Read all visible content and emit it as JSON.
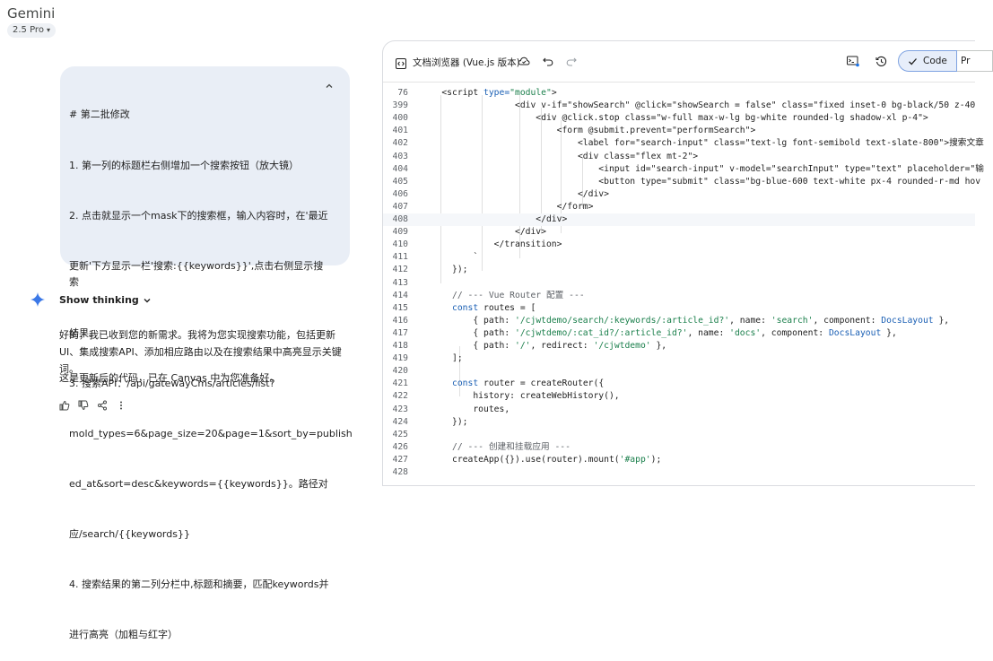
{
  "app": {
    "title": "Gemini",
    "model": "2.5 Pro"
  },
  "prompt": {
    "lines": [
      "# 第二批修改",
      "1. 第一列的标题栏右侧增加一个搜索按钮（放大镜）",
      "2. 点击就显示一个mask下的搜索框，输入内容时，在'最近",
      "更新'下方显示一栏'搜索:{{keywords}}',点击右侧显示搜索",
      "结果。",
      "3. 搜索API：/api/gatewayCms/articles/list?",
      "mold_types=6&page_size=20&page=1&sort_by=publish",
      "ed_at&sort=desc&keywords={{keywords}}。路径对",
      "应/search/{{keywords}}",
      "4. 搜索结果的第二列分栏中,标题和摘要，匹配keywords并",
      "进行高亮（加粗与红字）"
    ]
  },
  "response": {
    "show_thinking": "Show thinking",
    "paragraph1": "好的，我已收到您的新需求。我将为您实现搜索功能，包括更新UI、集成搜索API、添加相应路由以及在搜索结果中高亮显示关键词。",
    "paragraph2": "这是更新后的代码，已在 Canvas 中为您准备好。"
  },
  "canvas": {
    "title": "文档浏览器 (Vue.js 版本)",
    "code_label": "Code",
    "preview_label": "Pr"
  },
  "code_lines": [
    {
      "n": "76",
      "segs": [
        {
          "t": "    <script ",
          "c": ""
        },
        {
          "t": "type=",
          "c": "t-kw"
        },
        {
          "t": "\"module\"",
          "c": "t-str"
        },
        {
          "t": ">",
          "c": ""
        }
      ]
    },
    {
      "n": "399",
      "segs": [
        {
          "t": "                  <div v-if=\"showSearch\" @click=\"showSearch = false\" class=\"fixed inset-0 bg-black/50 z-40",
          "c": ""
        }
      ]
    },
    {
      "n": "400",
      "segs": [
        {
          "t": "                      <div @click.stop class=\"w-full max-w-lg bg-white rounded-lg shadow-xl p-4\">",
          "c": ""
        }
      ]
    },
    {
      "n": "401",
      "segs": [
        {
          "t": "                          <form @submit.prevent=\"performSearch\">",
          "c": ""
        }
      ]
    },
    {
      "n": "402",
      "segs": [
        {
          "t": "                              <label for=\"search-input\" class=\"text-lg font-semibold text-slate-800\">搜索文章",
          "c": ""
        }
      ]
    },
    {
      "n": "403",
      "segs": [
        {
          "t": "                              <div class=\"flex mt-2\">",
          "c": ""
        }
      ]
    },
    {
      "n": "404",
      "segs": [
        {
          "t": "                                  <input id=\"search-input\" v-model=\"searchInput\" type=\"text\" placeholder=\"输",
          "c": ""
        }
      ]
    },
    {
      "n": "405",
      "segs": [
        {
          "t": "                                  <button type=\"submit\" class=\"bg-blue-600 text-white px-4 rounded-r-md hov",
          "c": ""
        }
      ]
    },
    {
      "n": "406",
      "segs": [
        {
          "t": "                              </div>",
          "c": ""
        }
      ]
    },
    {
      "n": "407",
      "segs": [
        {
          "t": "                          </form>",
          "c": ""
        }
      ]
    },
    {
      "n": "408",
      "segs": [
        {
          "t": "                      </div>",
          "c": ""
        }
      ],
      "active": true
    },
    {
      "n": "409",
      "segs": [
        {
          "t": "                  </div>",
          "c": ""
        }
      ]
    },
    {
      "n": "410",
      "segs": [
        {
          "t": "              </transition>",
          "c": ""
        }
      ]
    },
    {
      "n": "411",
      "segs": [
        {
          "t": "          `",
          "c": ""
        }
      ]
    },
    {
      "n": "412",
      "segs": [
        {
          "t": "      });",
          "c": ""
        }
      ]
    },
    {
      "n": "413",
      "segs": [
        {
          "t": "",
          "c": ""
        }
      ]
    },
    {
      "n": "414",
      "segs": [
        {
          "t": "      // --- Vue Router 配置 ---",
          "c": "t-cm"
        }
      ]
    },
    {
      "n": "415",
      "segs": [
        {
          "t": "      ",
          "c": ""
        },
        {
          "t": "const",
          "c": "t-kw"
        },
        {
          "t": " routes = [",
          "c": ""
        }
      ]
    },
    {
      "n": "416",
      "segs": [
        {
          "t": "          { path: ",
          "c": ""
        },
        {
          "t": "'/cjwtdemo/search/:keywords/:article_id?'",
          "c": "t-str"
        },
        {
          "t": ", name: ",
          "c": ""
        },
        {
          "t": "'search'",
          "c": "t-str"
        },
        {
          "t": ", component: ",
          "c": ""
        },
        {
          "t": "DocsLayout",
          "c": "t-kw"
        },
        {
          "t": " },",
          "c": ""
        }
      ]
    },
    {
      "n": "417",
      "segs": [
        {
          "t": "          { path: ",
          "c": ""
        },
        {
          "t": "'/cjwtdemo/:cat_id?/:article_id?'",
          "c": "t-str"
        },
        {
          "t": ", name: ",
          "c": ""
        },
        {
          "t": "'docs'",
          "c": "t-str"
        },
        {
          "t": ", component: ",
          "c": ""
        },
        {
          "t": "DocsLayout",
          "c": "t-kw"
        },
        {
          "t": " },",
          "c": ""
        }
      ]
    },
    {
      "n": "418",
      "segs": [
        {
          "t": "          { path: ",
          "c": ""
        },
        {
          "t": "'/'",
          "c": "t-str"
        },
        {
          "t": ", redirect: ",
          "c": ""
        },
        {
          "t": "'/cjwtdemo'",
          "c": "t-str"
        },
        {
          "t": " },",
          "c": ""
        }
      ]
    },
    {
      "n": "419",
      "segs": [
        {
          "t": "      ];",
          "c": ""
        }
      ]
    },
    {
      "n": "420",
      "segs": [
        {
          "t": "",
          "c": ""
        }
      ]
    },
    {
      "n": "421",
      "segs": [
        {
          "t": "      ",
          "c": ""
        },
        {
          "t": "const",
          "c": "t-kw"
        },
        {
          "t": " router = createRouter({",
          "c": ""
        }
      ]
    },
    {
      "n": "422",
      "segs": [
        {
          "t": "          history: createWebHistory(),",
          "c": ""
        }
      ]
    },
    {
      "n": "423",
      "segs": [
        {
          "t": "          routes,",
          "c": ""
        }
      ]
    },
    {
      "n": "424",
      "segs": [
        {
          "t": "      });",
          "c": ""
        }
      ]
    },
    {
      "n": "425",
      "segs": [
        {
          "t": "",
          "c": ""
        }
      ]
    },
    {
      "n": "426",
      "segs": [
        {
          "t": "      // --- 创建和挂载应用 ---",
          "c": "t-cm"
        }
      ]
    },
    {
      "n": "427",
      "segs": [
        {
          "t": "      createApp({}).use(router).mount(",
          "c": ""
        },
        {
          "t": "'#app'",
          "c": "t-str"
        },
        {
          "t": ");",
          "c": ""
        }
      ]
    },
    {
      "n": "428",
      "segs": [
        {
          "t": "",
          "c": ""
        }
      ]
    }
  ]
}
